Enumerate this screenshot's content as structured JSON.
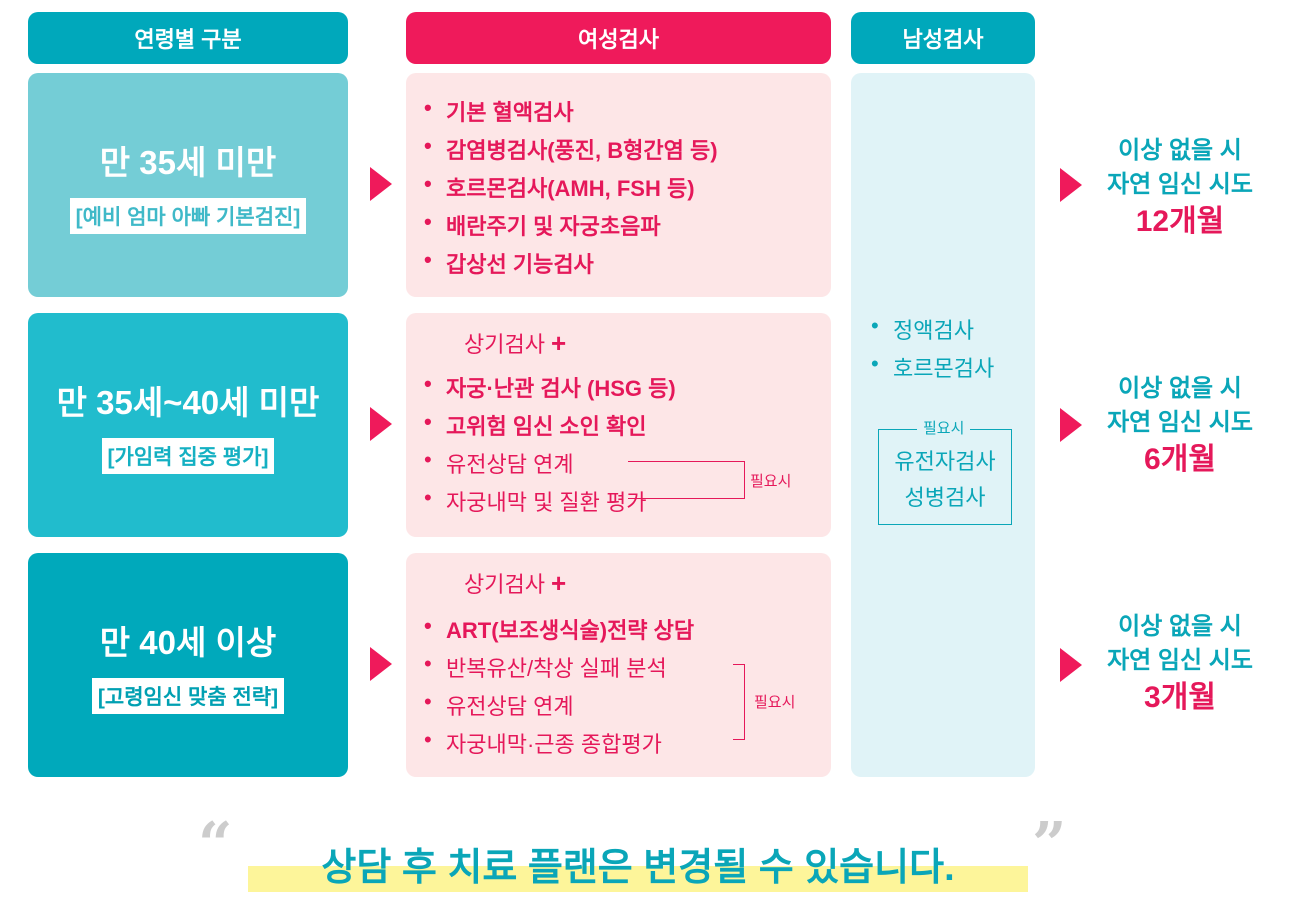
{
  "headers": {
    "age": "연령별 구분",
    "female": "여성검사",
    "male": "남성검사"
  },
  "colors": {
    "teal": "#00a8bb",
    "pink": "#ef1a5b"
  },
  "groups": [
    {
      "title": "만 35세 미만",
      "subtitle": "[예비 엄마 아빠 기본검진]",
      "items": [
        "기본 혈액검사",
        "감염병검사(풍진, B형간염 등)",
        "호르몬검사(AMH, FSH 등)",
        "배란주기 및 자궁초음파",
        "갑상선 기능검사"
      ],
      "result": [
        "이상 없을 시",
        "자연 임신 시도",
        "12개월"
      ]
    },
    {
      "title": "만 35세~40세 미만",
      "subtitle": "[가임력 집중 평가]",
      "prefix": "상기검사",
      "items": [
        "자궁·난관 검사 (HSG 등)",
        "고위험 임신 소인 확인",
        "유전상담 연계",
        "자궁내막 및 질환 평가"
      ],
      "note": "필요시",
      "result": [
        "이상 없을 시",
        "자연 임신 시도",
        "6개월"
      ]
    },
    {
      "title": "만 40세 이상",
      "subtitle": "[고령임신 맞춤 전략]",
      "prefix": "상기검사",
      "items": [
        "ART(보조생식술)전략 상담",
        "반복유산/착상 실패 분석",
        "유전상담 연계",
        "자궁내막·근종 종합평가"
      ],
      "note": "필요시",
      "result": [
        "이상 없을 시",
        "자연 임신 시도",
        "3개월"
      ]
    }
  ],
  "male": {
    "items": [
      "정액검사",
      "호르몬검사"
    ],
    "note": "필요시",
    "optional": [
      "유전자검사",
      "성병검사"
    ]
  },
  "footer": "상담 후 치료 플랜은 변경될 수 있습니다."
}
